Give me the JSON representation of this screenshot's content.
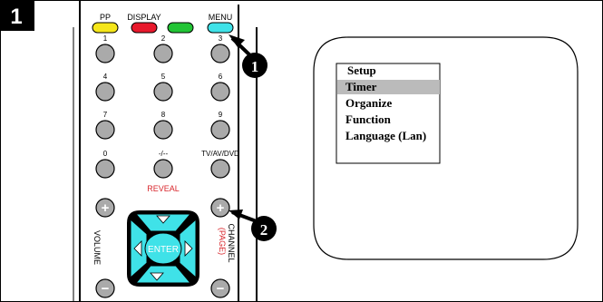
{
  "step": {
    "number": "1"
  },
  "remote": {
    "color_buttons": [
      {
        "label": "PP",
        "color": "#f5e61a"
      },
      {
        "label": "DISPLAY",
        "color": "#e8192c"
      },
      {
        "label": "",
        "color": "#22c435"
      },
      {
        "label": "MENU",
        "color": "#3fe2e8"
      }
    ],
    "keypad": [
      "1",
      "2",
      "3",
      "4",
      "5",
      "6",
      "7",
      "8",
      "9",
      "0",
      "-/--",
      "TV/AV/DVD"
    ],
    "reveal_label": "REVEAL",
    "plus_symbol": "+",
    "minus_symbol": "−",
    "enter_label": "ENTER",
    "volume_label": "VOLUME",
    "channel_label": "CHANNEL",
    "channel_sublabel": "(PAGE)",
    "accent_color": "#3fe2e8",
    "reveal_color": "#d8262c"
  },
  "callouts": [
    {
      "number": "1"
    },
    {
      "number": "2"
    }
  ],
  "tv_menu": {
    "items": [
      "Setup",
      "Timer",
      "Organize",
      "Function",
      "Language (Lan)"
    ],
    "selected": "Timer",
    "highlight_color": "#bbbbbb"
  }
}
